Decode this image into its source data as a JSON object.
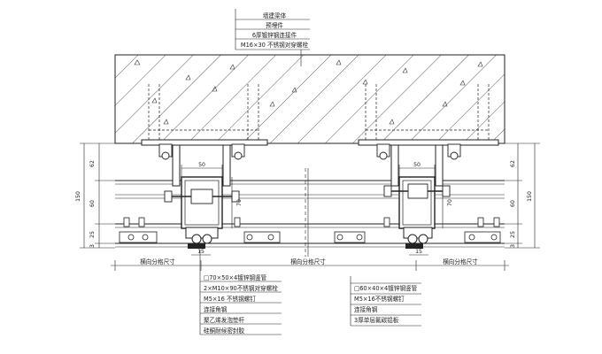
{
  "top_callout": {
    "items": [
      "墙建梁体",
      "预埋件",
      "6厚镀锌钢连接件",
      "M16×30 不锈钢对穿螺栓"
    ]
  },
  "bottom_left_callout": {
    "items": [
      "□70×50×4镀锌钢竖管",
      "2×M10×90不锈钢对穿螺栓",
      "M5×16 不锈钢螺钉",
      "连接角钢",
      "聚乙烯发泡垫杆",
      "硅酮耐候密封胶"
    ]
  },
  "bottom_right_callout": {
    "items": [
      "□60×40×4镀锌钢竖管",
      "M5×16不锈钢螺钉",
      "连接角钢",
      "3厚单层氟碳铝板"
    ]
  },
  "dims": {
    "left_62": "62",
    "left_60": "60",
    "left_25": "25",
    "left_3": "3",
    "left_150": "150",
    "right_62": "62",
    "right_60": "60",
    "right_25": "25",
    "right_3": "3",
    "right_150": "150",
    "w50_left": "50",
    "w50_right": "50",
    "h70_left": "70",
    "h70_right": "70",
    "d15_left": "15",
    "d15_right": "15"
  },
  "span_labels": {
    "left": "横向分格尺寸",
    "center": "横向分格尺寸",
    "right": "横向分格尺寸"
  }
}
